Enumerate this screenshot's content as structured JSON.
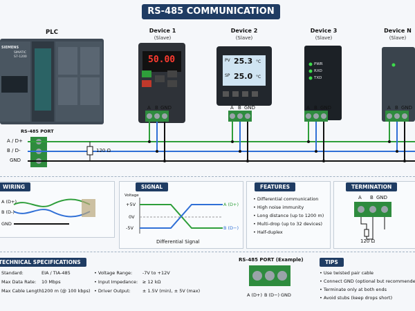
{
  "title": "RS-485 COMMUNICATION",
  "plc": {
    "label": "PLC",
    "brand": "SIEMENS",
    "model_line1": "SIMATIC",
    "model_line2": "S7-1200",
    "port_label": "RS-485 PORT"
  },
  "devices": [
    {
      "name": "Device 1",
      "role": "(Slave)",
      "display": "50.00"
    },
    {
      "name": "Device 2",
      "role": "(Slave)",
      "pv_label": "PV",
      "pv_value": "25.3",
      "sp_label": "SP",
      "sp_value": "25.0",
      "unit": "°C"
    },
    {
      "name": "Device 3",
      "role": "(Slave)",
      "leds": [
        "PWR",
        "RXD",
        "TXD"
      ]
    },
    {
      "name": "Device N",
      "role": "(Slave)"
    }
  ],
  "terminal_labels": [
    "A",
    "B",
    "GND"
  ],
  "bus": {
    "lines": [
      "A / D+",
      "B / D-",
      "GND"
    ],
    "resistor": "120 Ω"
  },
  "colors": {
    "a_line": "#2e9e3a",
    "b_line": "#2f6fd6",
    "gnd_line": "#111111",
    "header": "#1f3c63"
  },
  "wiring": {
    "title": "WIRING",
    "labels": [
      "A (D+)",
      "B (D-)",
      "GND"
    ]
  },
  "signal": {
    "title": "SIGNAL",
    "axis_label": "Voltage",
    "ticks": [
      "+5V",
      "0V",
      "-5V"
    ],
    "series": [
      "A (D+)",
      "B (D−)"
    ],
    "caption": "Differential Signal"
  },
  "features": {
    "title": "FEATURES",
    "items": [
      "Differential communication",
      "High noise immunity",
      "Long distance (up to 1200 m)",
      "Multi-drop (up to 32 devices)",
      "Half-duplex"
    ]
  },
  "termination": {
    "title": "TERMINATION",
    "labels": [
      "A",
      "B",
      "GND"
    ],
    "resistor": "120 Ω"
  },
  "specs": {
    "title": "TECHNICAL SPECIFICATIONS",
    "left": [
      {
        "key": "Standard:",
        "value": "EIA / TIA-485"
      },
      {
        "key": "Max Data Rate:",
        "value": "10 Mbps"
      },
      {
        "key": "Max Cable Length:",
        "value": "1200 m (@ 100 kbps)"
      }
    ],
    "right": [
      {
        "key": "Voltage Range:",
        "value": "-7V to +12V"
      },
      {
        "key": "Input Impedance:",
        "value": "≥ 12 kΩ"
      },
      {
        "key": "Driver Output:",
        "value": "± 1.5V (min), ± 5V (max)"
      }
    ]
  },
  "port_example": {
    "title": "RS-485 PORT (Example)",
    "labels": [
      "A (D+)",
      "B (D−)",
      "GND"
    ]
  },
  "tips": {
    "title": "TIPS",
    "items": [
      "Use twisted pair cable",
      "Connect GND (optional but recommended)",
      "Terminate only at both ends",
      "Avoid stubs (keep drops short)"
    ]
  }
}
